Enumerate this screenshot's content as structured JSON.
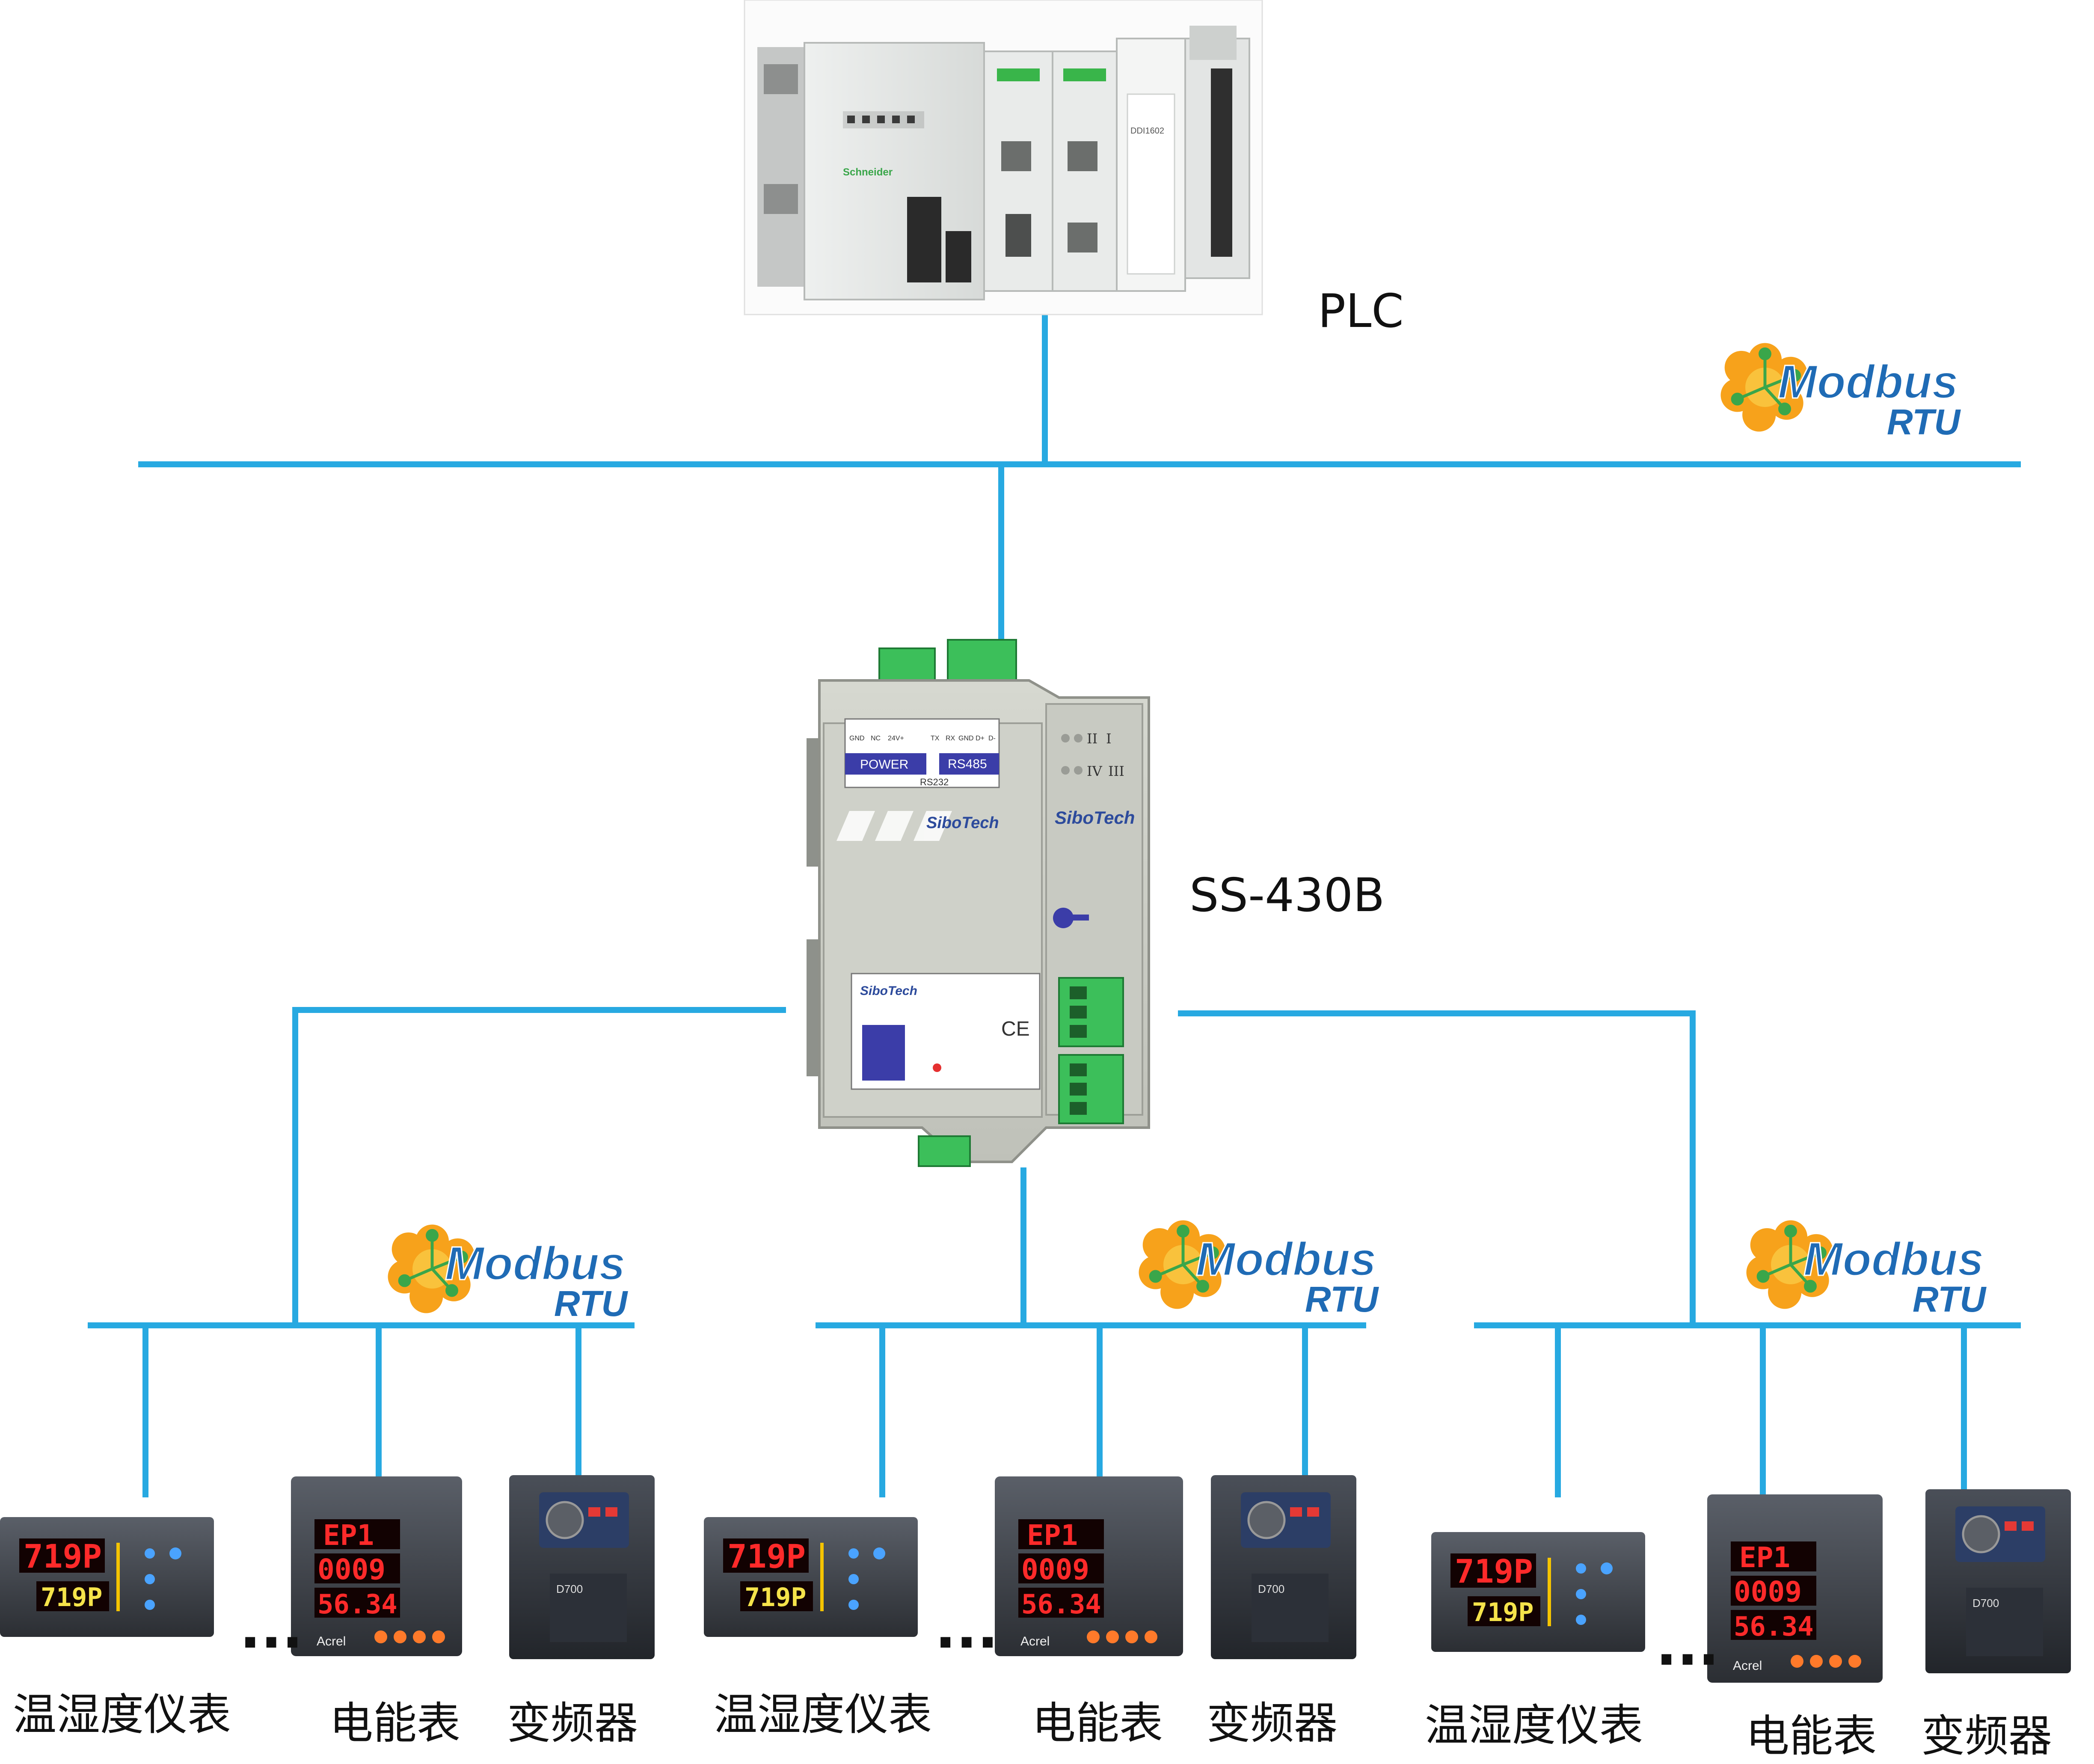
{
  "colors": {
    "bus_line": "#27a9e1",
    "device_gray": "#3b3f46",
    "led_red": "#ff2a2a",
    "gateway_body": "#c9cbc4",
    "terminal_green": "#3cbf5a",
    "modbus_blue": "#1f6bb5",
    "modbus_orange": "#f7a21b"
  },
  "plc": {
    "label": "PLC",
    "brand": "Schneider",
    "module_label": "DDI1602"
  },
  "gateway": {
    "label": "SS-430B",
    "brand": "SiboTech",
    "power_label": "POWER",
    "rs485_label": "RS485",
    "rs232_label": "RS232",
    "ce_mark": "CE",
    "led_labels": [
      "II",
      "I",
      "IV",
      "III"
    ],
    "port_tags": [
      "GND",
      "NC",
      "24V+",
      "TX",
      "RX",
      "GND",
      "D+",
      "D-"
    ]
  },
  "protocol_logo": {
    "word1": "Modbus",
    "word2": "RTU"
  },
  "groups": [
    {
      "ellipsis": "...",
      "devices": [
        {
          "label": "温湿度仪表",
          "display": [
            "719P",
            "719P"
          ]
        },
        {
          "label": "电能表",
          "display": [
            "EP1",
            "0009",
            "56.34"
          ],
          "brand": "Acrel"
        },
        {
          "label": "变频器",
          "model": "D700"
        }
      ]
    },
    {
      "ellipsis": "...",
      "devices": [
        {
          "label": "温湿度仪表",
          "display": [
            "719P",
            "719P"
          ]
        },
        {
          "label": "电能表",
          "display": [
            "EP1",
            "0009",
            "56.34"
          ],
          "brand": "Acrel"
        },
        {
          "label": "变频器",
          "model": "D700"
        }
      ]
    },
    {
      "ellipsis": "...",
      "devices": [
        {
          "label": "温湿度仪表",
          "display": [
            "719P",
            "719P"
          ]
        },
        {
          "label": "电能表",
          "display": [
            "EP1",
            "0009",
            "56.34"
          ],
          "brand": "Acrel"
        },
        {
          "label": "变频器",
          "model": "D700"
        }
      ]
    }
  ]
}
